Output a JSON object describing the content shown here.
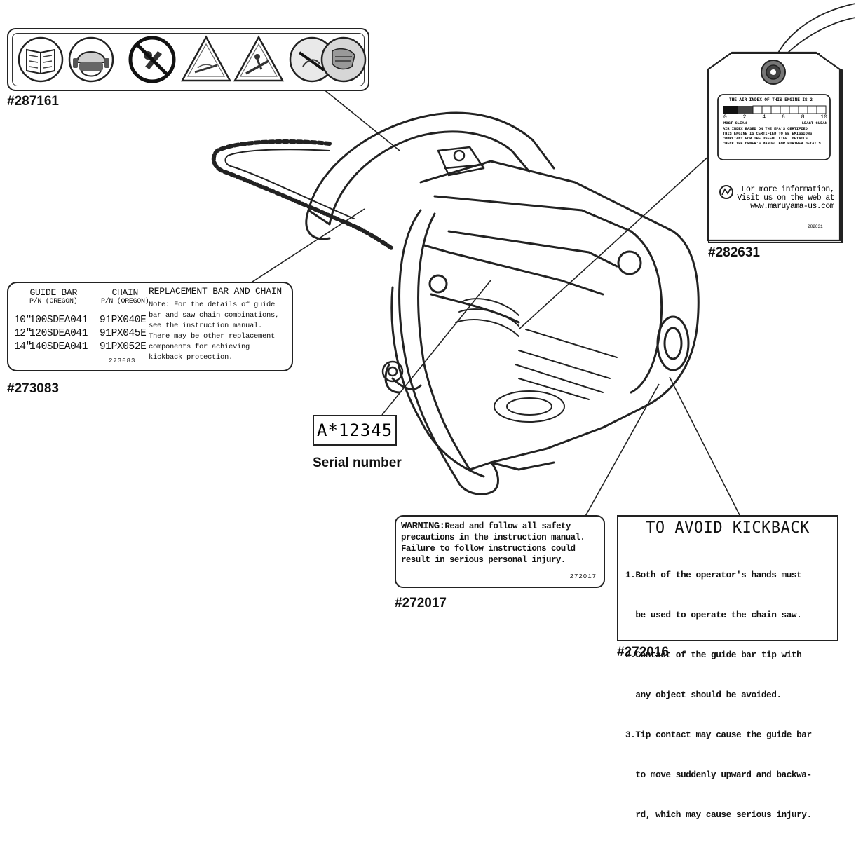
{
  "callouts": {
    "p287161": "#287161",
    "p273083": "#273083",
    "p282631": "#282631",
    "p272017": "#272017",
    "p272016": "#272016",
    "serial_label": "Serial number"
  },
  "serial": {
    "value": "A*12345"
  },
  "bar_chain_decal": {
    "col1_header_1": "GUIDE BAR",
    "col1_header_2": "P/N (OREGON)",
    "col2_header_1": "CHAIN",
    "col2_header_2": "P/N (OREGON)",
    "title": "REPLACEMENT BAR AND CHAIN",
    "rows": [
      {
        "size": "10\"",
        "bar": "100SDEA041",
        "chain": "91PX040E"
      },
      {
        "size": "12\"",
        "bar": "120SDEA041",
        "chain": "91PX045E"
      },
      {
        "size": "14\"",
        "bar": "140SDEA041",
        "chain": "91PX052E"
      }
    ],
    "note_lines": [
      "Note: For the details of guide",
      "bar and saw chain combinations,",
      "see the instruction manual.",
      "There may be other replacement",
      "components for achieving",
      "kickback protection."
    ],
    "part_no": "273083"
  },
  "tag_decal": {
    "heading": "THE AIR INDEX OF THIS ENGINE IS 2",
    "scale_numbers": [
      "0",
      "2",
      "4",
      "6",
      "8",
      "10"
    ],
    "most_clean": "MOST CLEAN",
    "least_clean": "LEAST CLEAN",
    "body_lines": [
      "AIR INDEX BASED ON THE EPA'S CERTIFIED",
      "THIS ENGINE IS CERTIFIED TO BE EMISSIONS",
      "COMPLIANT FOR THE USEFUL LIFE. DETAILS",
      "CHECK THE OWNER'S MANUAL FOR FURTHER DETAILS."
    ],
    "info_lines": [
      "For more information,",
      "Visit us on the web at",
      "www.maruyama-us.com"
    ],
    "part_no": "282631"
  },
  "warning_decal": {
    "label": "WARNING:",
    "lines": [
      "Read and follow all safety",
      "precautions in the instruction manual.",
      "Failure to follow instructions could",
      "result in serious personal injury."
    ],
    "part_no": "272017"
  },
  "kickback_decal": {
    "title": "TO AVOID KICKBACK",
    "lines": [
      "1.Both of the operator's hands must",
      "  be used to operate the chain saw.",
      "2.Contact of the guide bar tip with",
      "  any object should be avoided.",
      "3.Tip contact may cause the guide bar",
      "  to move suddenly upward and backwa-",
      "  rd, which may cause serious injury."
    ]
  },
  "symbols": [
    "read-manual-icon",
    "head-protection-icon",
    "no-one-hand-use-icon",
    "kickback-warning-icon",
    "kickback-danger-icon",
    "two-hands-icon"
  ]
}
